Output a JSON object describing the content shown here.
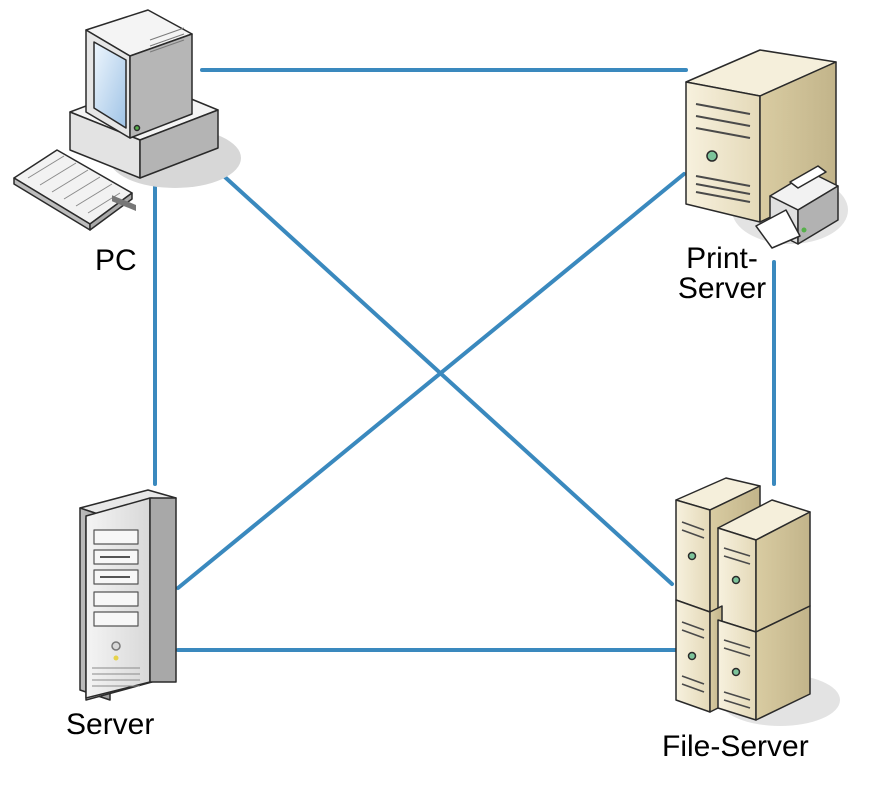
{
  "colors": {
    "link": "#3a89be",
    "beige_light": "#f3ecd6",
    "beige_mid": "#e1d6b4",
    "beige_dark": "#b8aa82",
    "outline": "#2a2a2a"
  },
  "nodes": {
    "pc": {
      "label": "PC",
      "icon": "desktop-pc-icon"
    },
    "print_server": {
      "label_line1": "Print-",
      "label_line2": "Server",
      "icon": "print-server-icon"
    },
    "server": {
      "label": "Server",
      "icon": "tower-server-icon"
    },
    "file_server": {
      "label": "File-Server",
      "icon": "file-server-cluster-icon"
    }
  },
  "links": [
    {
      "from": "pc",
      "to": "print_server"
    },
    {
      "from": "pc",
      "to": "server"
    },
    {
      "from": "pc",
      "to": "file_server"
    },
    {
      "from": "print_server",
      "to": "server"
    },
    {
      "from": "print_server",
      "to": "file_server"
    },
    {
      "from": "server",
      "to": "file_server"
    }
  ]
}
